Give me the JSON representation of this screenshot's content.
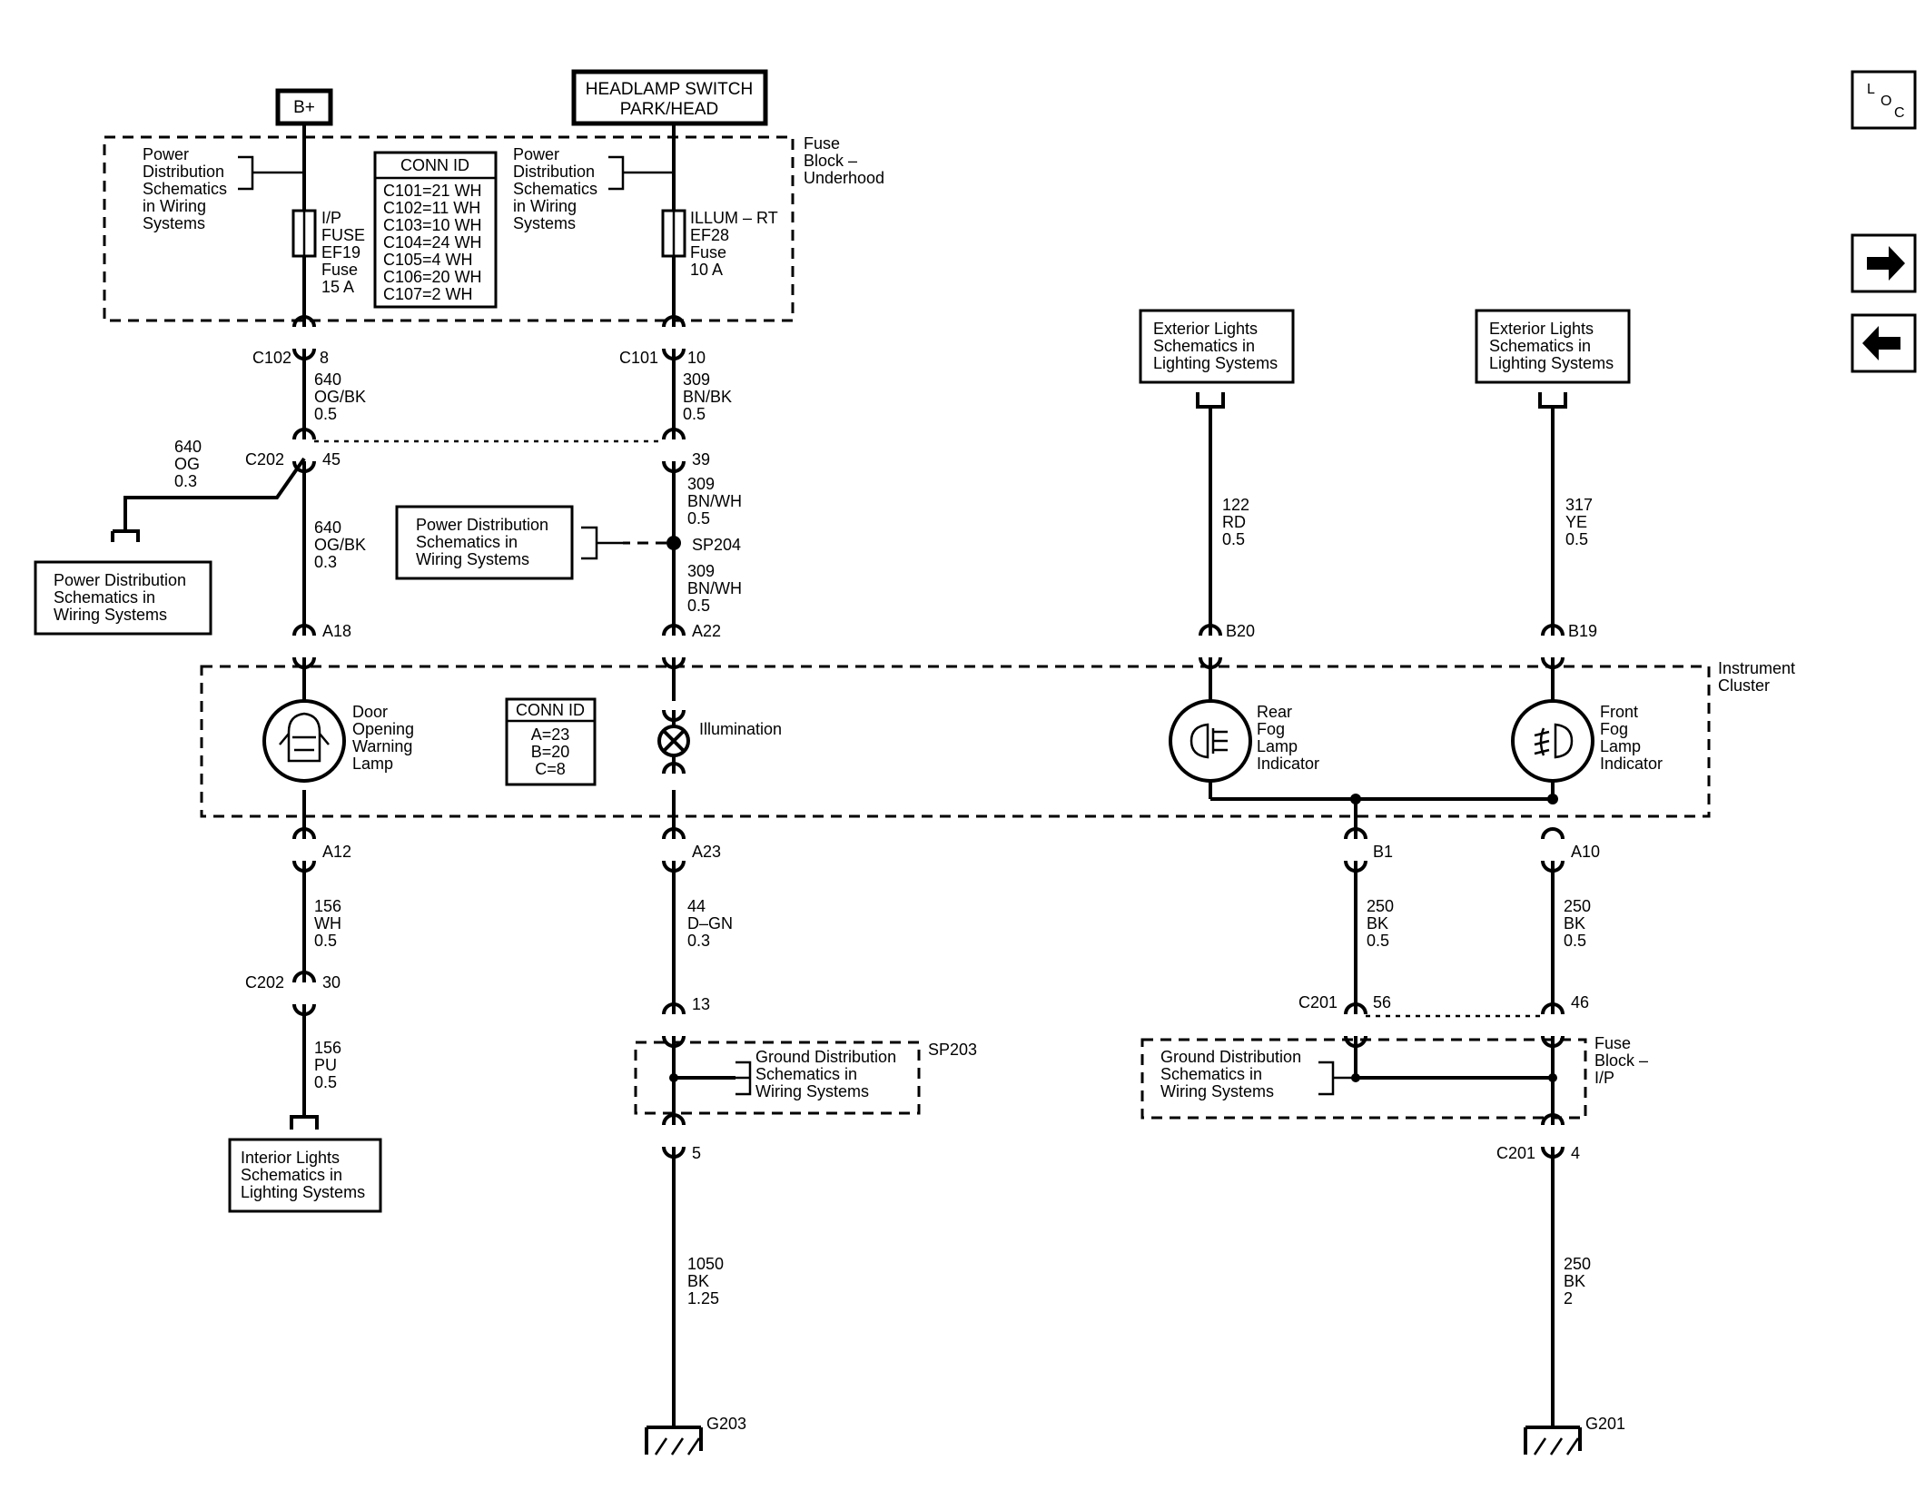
{
  "top": {
    "bplus": "B+",
    "headlamp_switch": [
      "HEADLAMP SWITCH",
      "PARK/HEAD"
    ]
  },
  "fuse_block_underhood": {
    "label": [
      "Fuse",
      "Block –",
      "Underhood"
    ],
    "pd_left": [
      "Power",
      "Distribution",
      "Schematics",
      "in Wiring",
      "Systems"
    ],
    "pd_right": [
      "Power",
      "Distribution",
      "Schematics",
      "in Wiring",
      "Systems"
    ],
    "fuse_left": [
      "I/P",
      "FUSE",
      "EF19",
      "Fuse",
      "15 A"
    ],
    "fuse_right": [
      "ILLUM – RT",
      "EF28",
      "Fuse",
      "10 A"
    ],
    "conn_id_title": "CONN ID",
    "conn_id_rows": [
      "C101=21 WH",
      "C102=11 WH",
      "C103=10 WH",
      "C104=24 WH",
      "C105=4 WH",
      "C106=20 WH",
      "C107=2 WH"
    ]
  },
  "wires": {
    "c102": "C102",
    "c102_pin": "8",
    "w640_upper": [
      "640",
      "OG/BK",
      "0.5"
    ],
    "c101": "C101",
    "c101_pin": "10",
    "w309_upper": [
      "309",
      "BN/BK",
      "0.5"
    ],
    "w640_og": [
      "640",
      "OG",
      "0.3"
    ],
    "c202_top": "C202",
    "c202_pin_45": "45",
    "c202_pin_39": "39",
    "w640_lower": [
      "640",
      "OG/BK",
      "0.3"
    ],
    "w309_mid": [
      "309",
      "BN/WH",
      "0.5"
    ],
    "sp204": "SP204",
    "w309_lower": [
      "309",
      "BN/WH",
      "0.5"
    ],
    "pin_a18": "A18",
    "pin_a22": "A22",
    "pin_b20": "B20",
    "pin_b19": "B19",
    "w122": [
      "122",
      "RD",
      "0.5"
    ],
    "w317": [
      "317",
      "YE",
      "0.5"
    ],
    "pin_a12": "A12",
    "pin_a23": "A23",
    "pin_b1": "B1",
    "pin_a10": "A10",
    "w156_upper": [
      "156",
      "WH",
      "0.5"
    ],
    "c202_bottom": "C202",
    "c202_pin_30": "30",
    "w156_lower": [
      "156",
      "PU",
      "0.5"
    ],
    "w44": [
      "44",
      "D–GN",
      "0.3"
    ],
    "pin_13": "13",
    "sp203": "SP203",
    "pin_5": "5",
    "w1050": [
      "1050",
      "BK",
      "1.25"
    ],
    "g203": "G203",
    "w250_b1": [
      "250",
      "BK",
      "0.5"
    ],
    "w250_a10": [
      "250",
      "BK",
      "0.5"
    ],
    "c201_top": "C201",
    "c201_pin_56": "56",
    "c201_pin_46": "46",
    "c201_bottom": "C201",
    "c201_pin_4": "4",
    "w250_lower": [
      "250",
      "BK",
      "2"
    ],
    "g201": "G201"
  },
  "refs": {
    "pd_left_box": [
      "Power Distribution",
      "Schematics in",
      "Wiring Systems"
    ],
    "pd_mid_box": [
      "Power Distribution",
      "Schematics in",
      "Wiring Systems"
    ],
    "ext_rear": [
      "Exterior Lights",
      "Schematics in",
      "Lighting Systems"
    ],
    "ext_front": [
      "Exterior Lights",
      "Schematics in",
      "Lighting Systems"
    ],
    "interior": [
      "Interior Lights",
      "Schematics in",
      "Lighting Systems"
    ],
    "gd_left": [
      "Ground Distribution",
      "Schematics in",
      "Wiring Systems"
    ],
    "gd_right": [
      "Ground Distribution",
      "Schematics in",
      "Wiring Systems"
    ],
    "fuse_block_ip": [
      "Fuse",
      "Block –",
      "I/P"
    ]
  },
  "cluster": {
    "label": [
      "Instrument",
      "Cluster"
    ],
    "door_lamp": [
      "Door",
      "Opening",
      "Warning",
      "Lamp"
    ],
    "conn_id_title": "CONN ID",
    "conn_id_rows": [
      "A=23",
      "B=20",
      "C=8"
    ],
    "illumination": "Illumination",
    "rear_fog": [
      "Rear",
      "Fog",
      "Lamp",
      "Indicator"
    ],
    "front_fog": [
      "Front",
      "Fog",
      "Lamp",
      "Indicator"
    ]
  },
  "nav": {
    "loc": [
      "L",
      "O",
      "C"
    ],
    "forward_icon": "arrow-right-icon",
    "back_icon": "arrow-left-icon"
  }
}
